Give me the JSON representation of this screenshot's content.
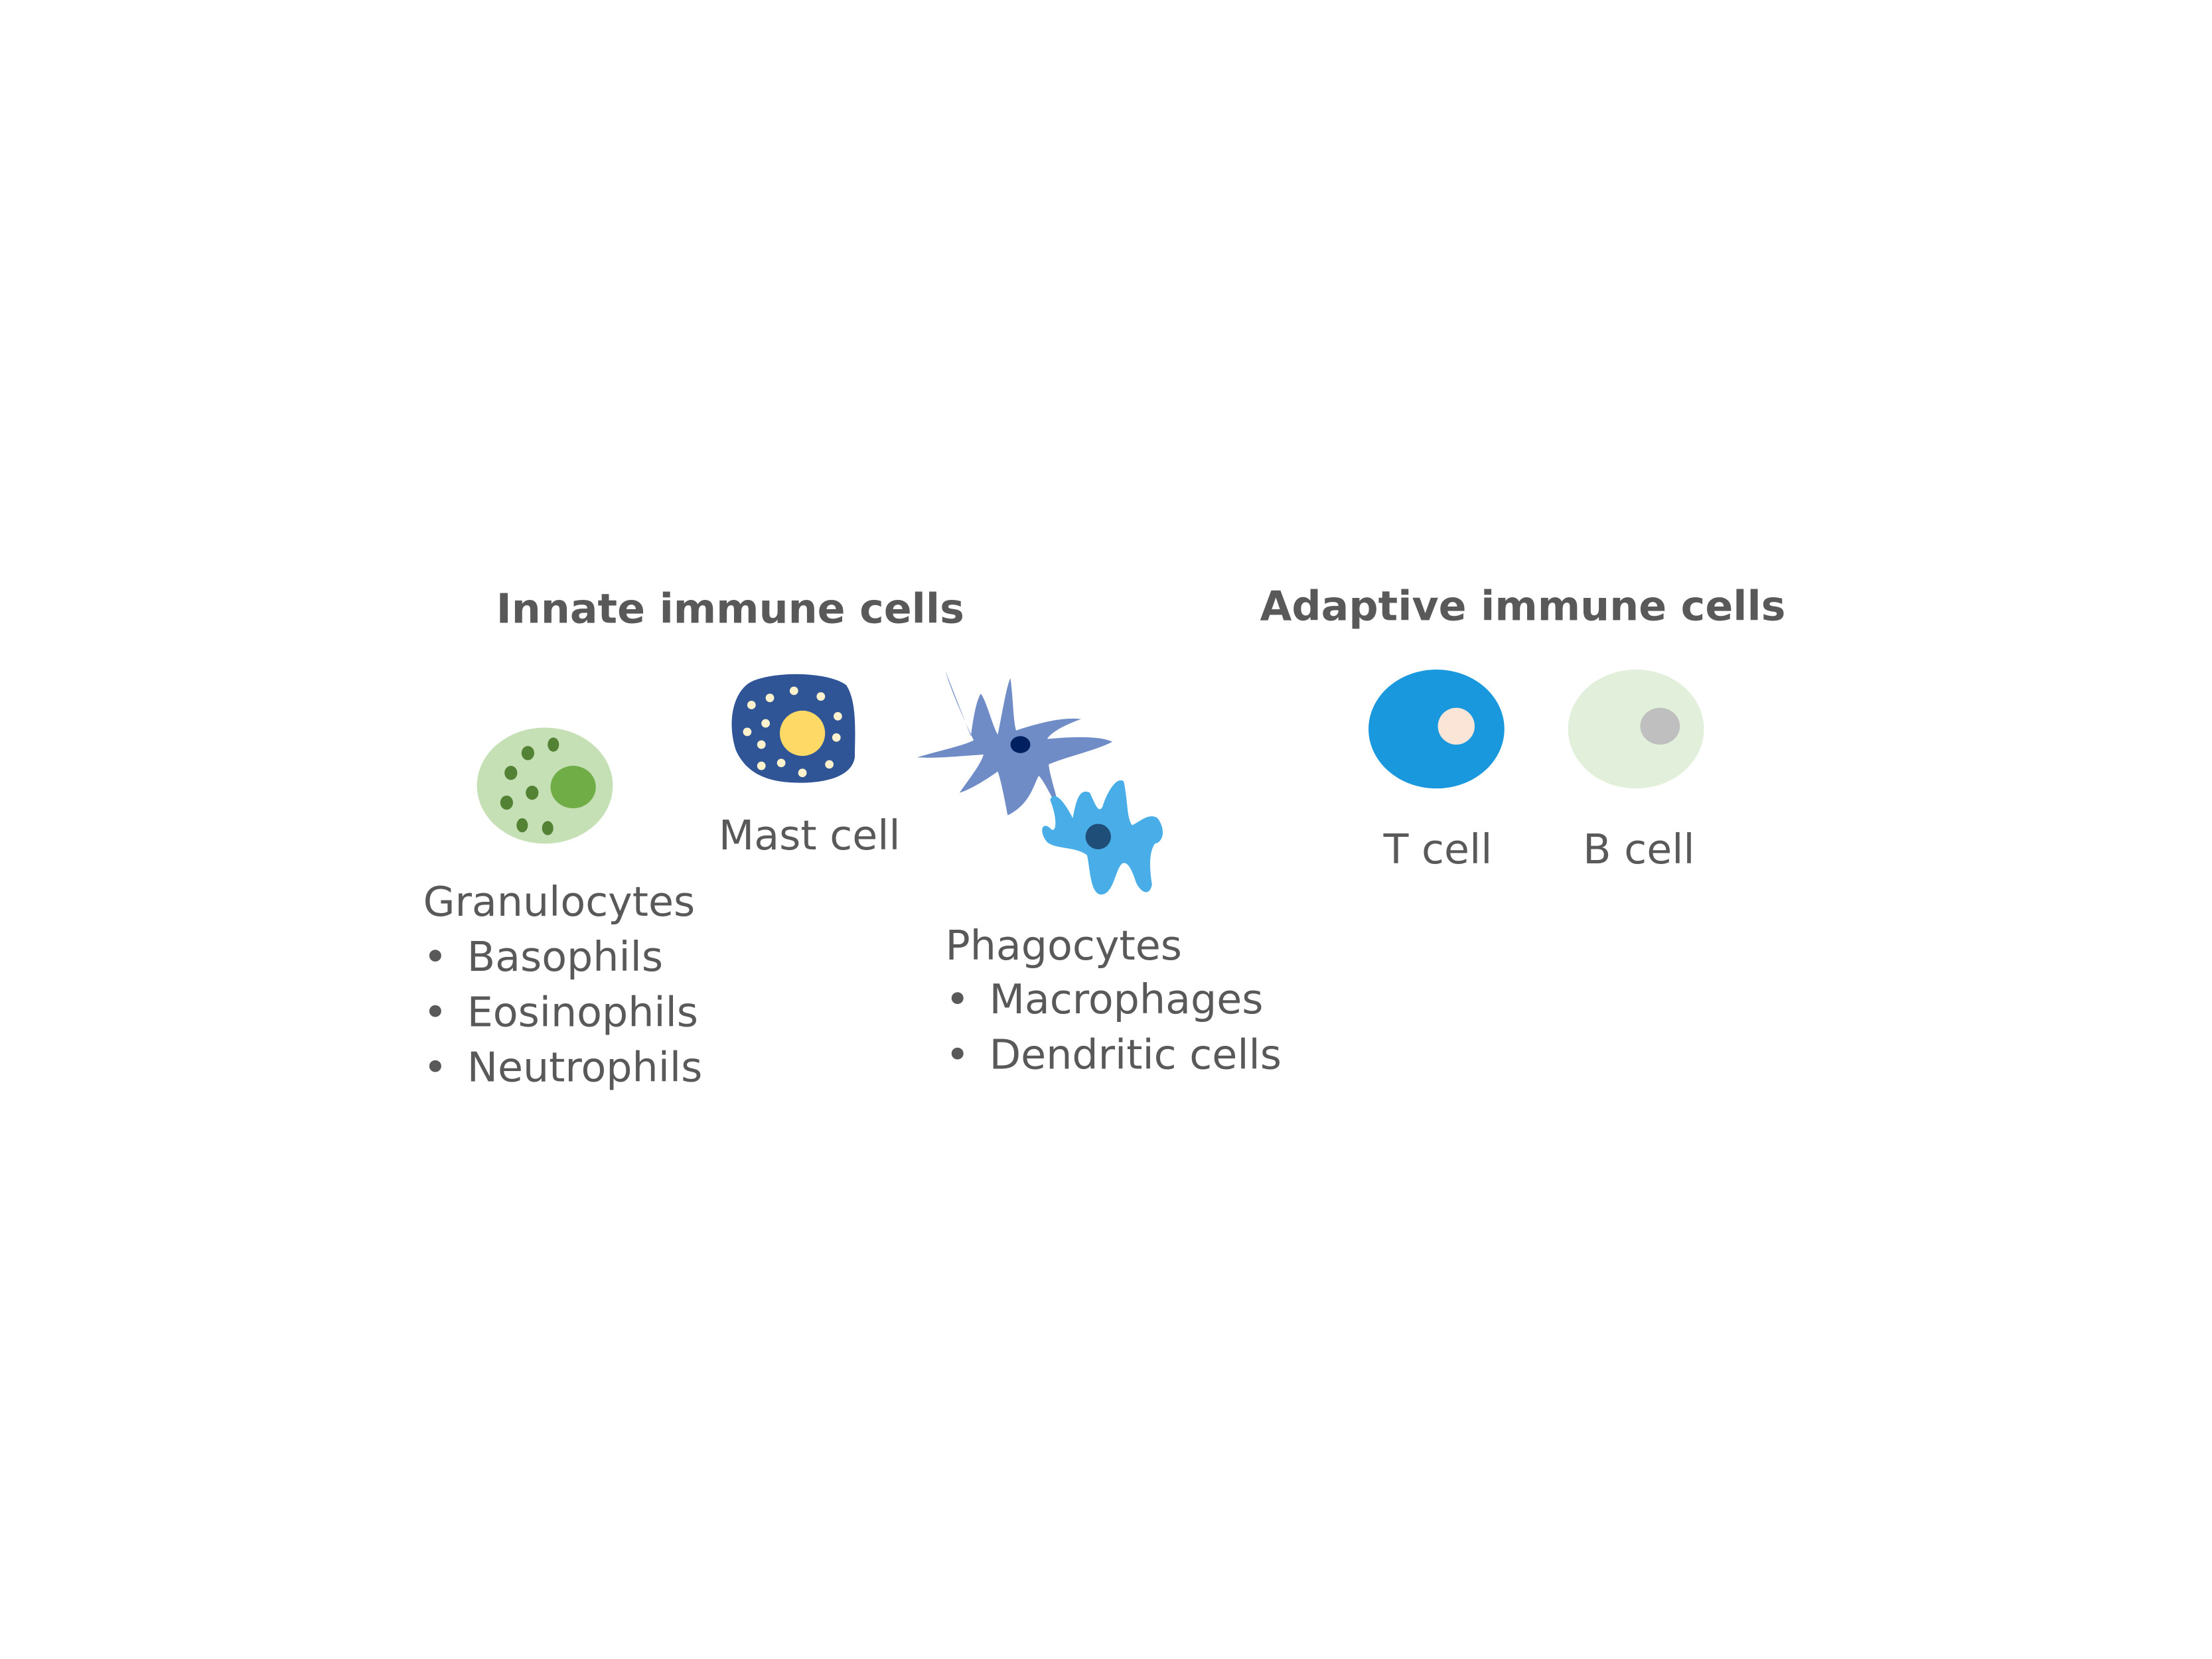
{
  "innate": {
    "title": "Innate immune cells",
    "mast_cell": "Mast cell",
    "granulocytes": {
      "title": "Granulocytes",
      "items": [
        "Basophils",
        "Eosinophils",
        "Neutrophils"
      ]
    },
    "phagocytes": {
      "title": "Phagocytes",
      "items": [
        "Macrophages",
        "Dendritic cells"
      ]
    }
  },
  "adaptive": {
    "title": "Adaptive immune cells",
    "t_cell": "T cell",
    "b_cell": "B cell"
  },
  "bullet": "•",
  "colors": {
    "text": "#595959",
    "granulocyte": "#c5e0b4",
    "granulocyte_nucleus": "#70ad47",
    "granulocyte_granule": "#548235",
    "mast": "#2f5597",
    "mast_nucleus": "#ffd966",
    "mast_granule": "#fff2cc",
    "dendritic": "#6f8cc6",
    "dendritic_nucleus": "#002060",
    "macrophage": "#49aee8",
    "macrophage_nucleus": "#1f4e79",
    "t_cell": "#1a98dd",
    "t_nucleus": "#fbe5d6",
    "b_cell": "#e2efda",
    "b_nucleus": "#bfbfbf"
  }
}
